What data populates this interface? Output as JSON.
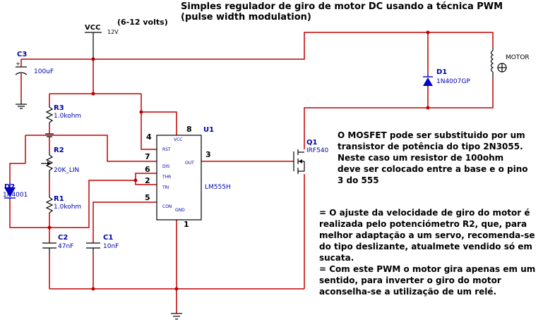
{
  "title": "Simples regulador de giro de motor DC usando a técnica PWM (pulse width modulation)",
  "notes": {
    "mosfet": "O MOSFET pode ser substituido por um transistor de potência do tipo 2N3055. Neste caso um resistor de 100ohm deve ser colocado entre a base e o pino 3 do 555",
    "adjust_1": "= O ajuste da velocidade de giro do motor é realizada pelo potenciómetro R2, que, para melhor adaptação a um servo, recomenda-se do tipo deslizante, atualmete vendido só em sucata.",
    "adjust_2": "= Com este PWM o motor gira apenas em um sentido, para inverter o giro do motor aconselha-se a utilização de um relé."
  },
  "supply": {
    "net": "VCC",
    "voltage": "12V",
    "range": "(6-12 volts)"
  },
  "components": {
    "c3": {
      "ref": "C3",
      "value": "100uF",
      "plus": "+"
    },
    "r3": {
      "ref": "R3",
      "value": "1.0kohm"
    },
    "r2": {
      "ref": "R2",
      "value": "20K_LIN"
    },
    "r1": {
      "ref": "R1",
      "value": "1.0kohm"
    },
    "d2": {
      "ref": "D2",
      "value": "1N4001"
    },
    "c2": {
      "ref": "C2",
      "value": "47nF"
    },
    "c1": {
      "ref": "C1",
      "value": "10nF"
    },
    "u1": {
      "ref": "U1",
      "value": "LM555H"
    },
    "q1": {
      "ref": "Q1",
      "value": "IRF540"
    },
    "d1": {
      "ref": "D1",
      "value": "1N4007GP"
    },
    "motor": {
      "label": "MOTOR"
    }
  },
  "ic_pins": {
    "p8": "8",
    "p4": "4",
    "p7": "7",
    "p6": "6",
    "p2": "2",
    "p5": "5",
    "p3": "3",
    "p1": "1",
    "vcc": "VCC",
    "rst": "RST",
    "dis": "DIS",
    "thr": "THR",
    "tri": "TRI",
    "con": "CON",
    "gnd": "GND",
    "out": "OUT"
  },
  "colors": {
    "wire": "#c00000",
    "component": "#000000",
    "label": "#0000aa",
    "diode": "#0000cc"
  }
}
